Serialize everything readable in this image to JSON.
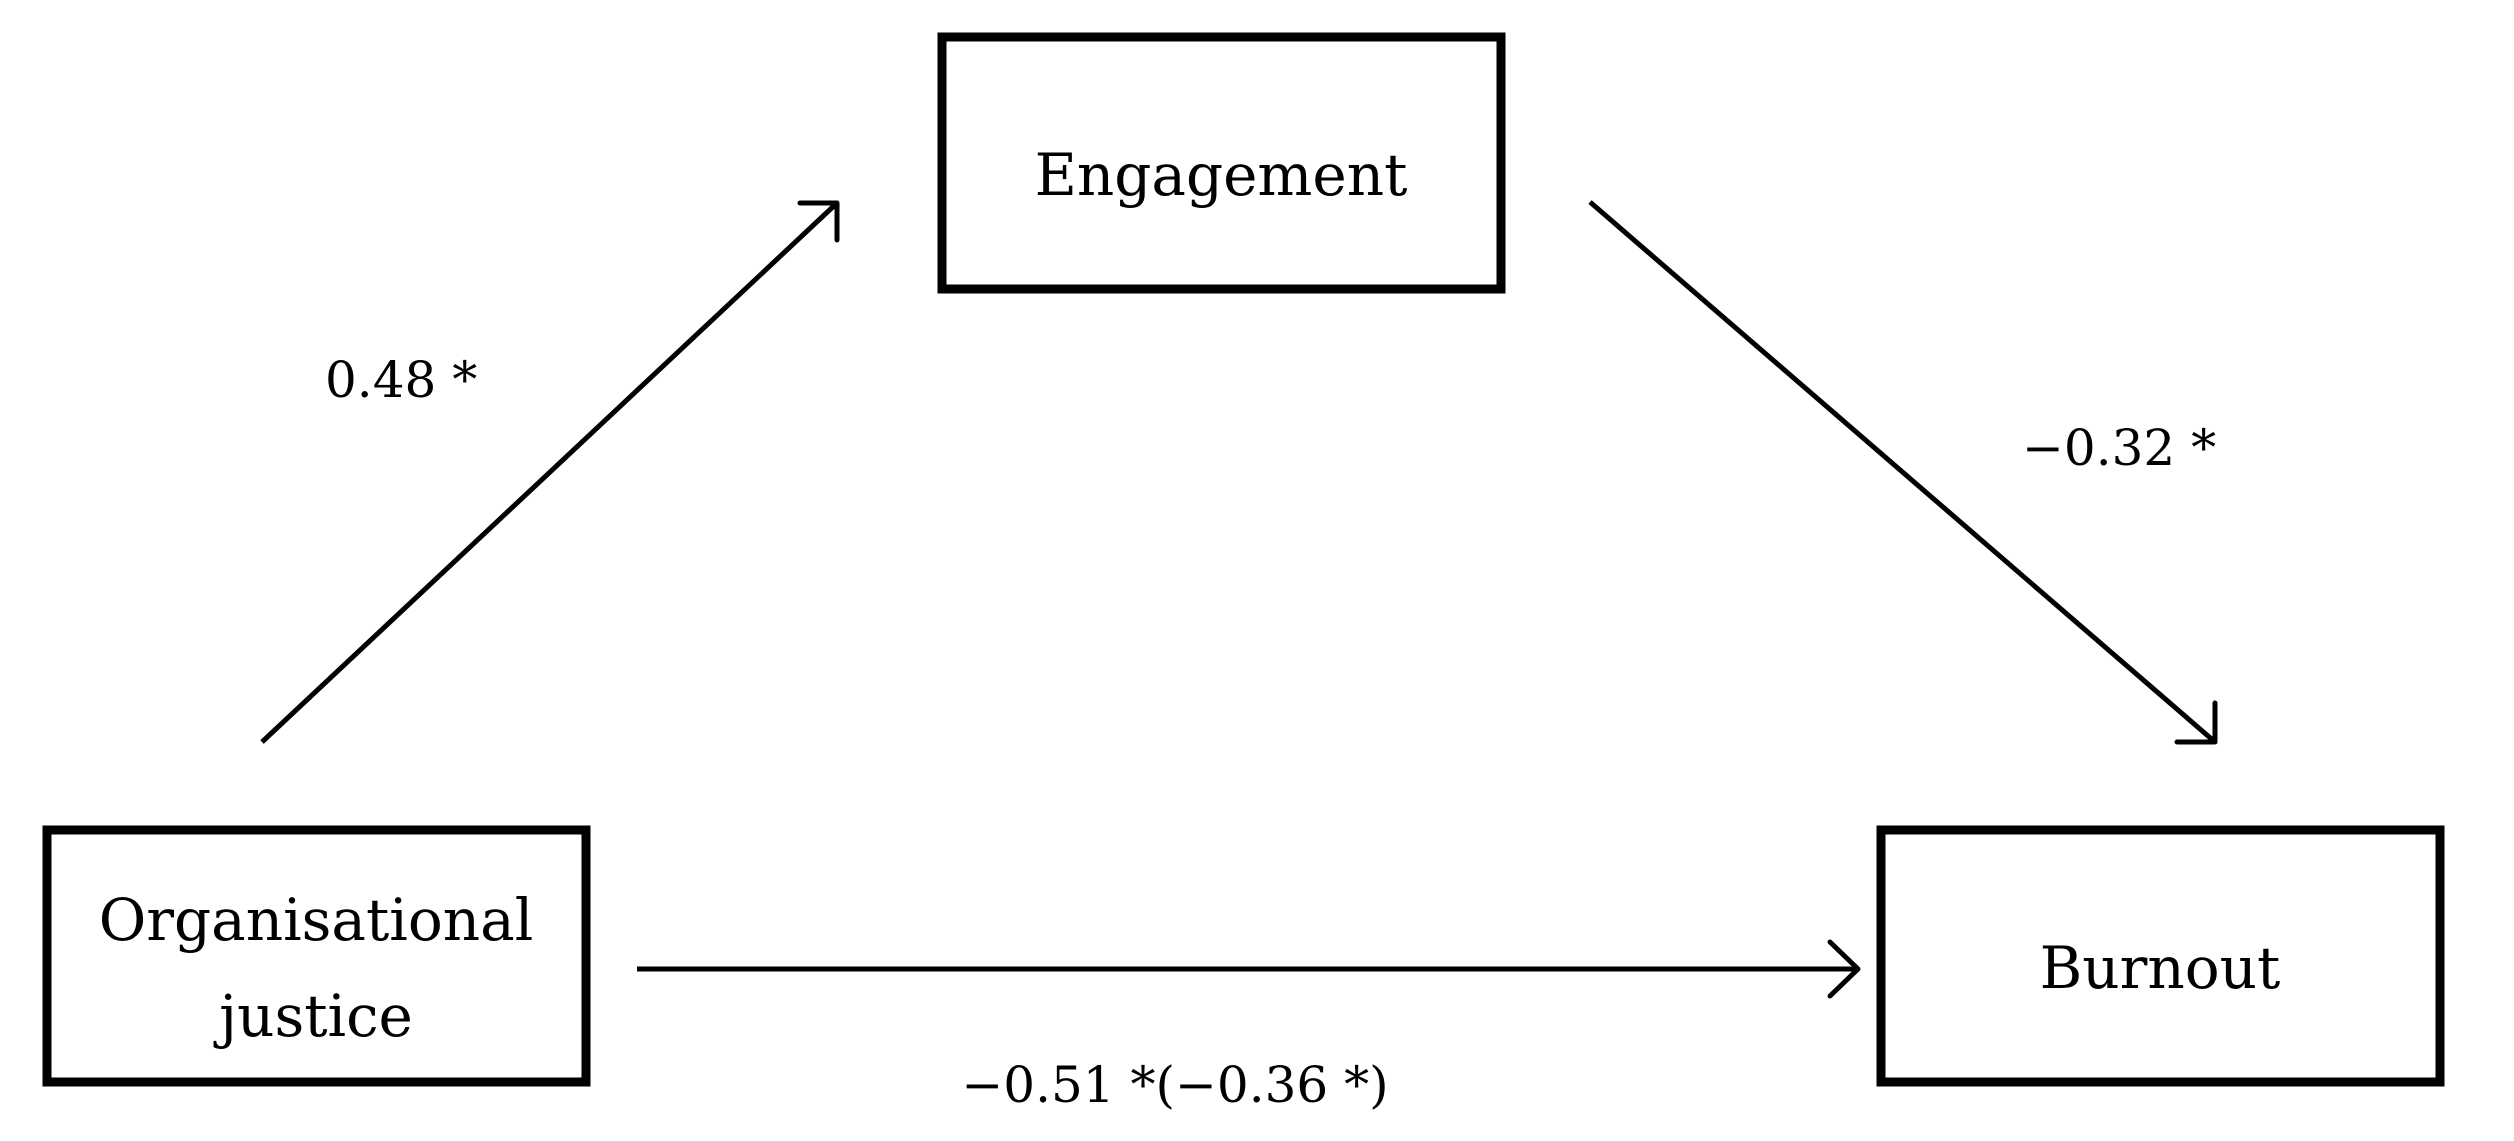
{
  "nodes": {
    "engagement": {
      "label": "Engagement"
    },
    "justice": {
      "label_line1": "Organisational",
      "label_line2": "justice"
    },
    "burnout": {
      "label": "Burnout"
    }
  },
  "paths": {
    "justice_to_engagement": {
      "coefficient": "0.48 *"
    },
    "engagement_to_burnout": {
      "coefficient": "−0.32 *"
    },
    "justice_to_burnout": {
      "coefficient": "−0.51 *(−0.36 *)"
    }
  }
}
